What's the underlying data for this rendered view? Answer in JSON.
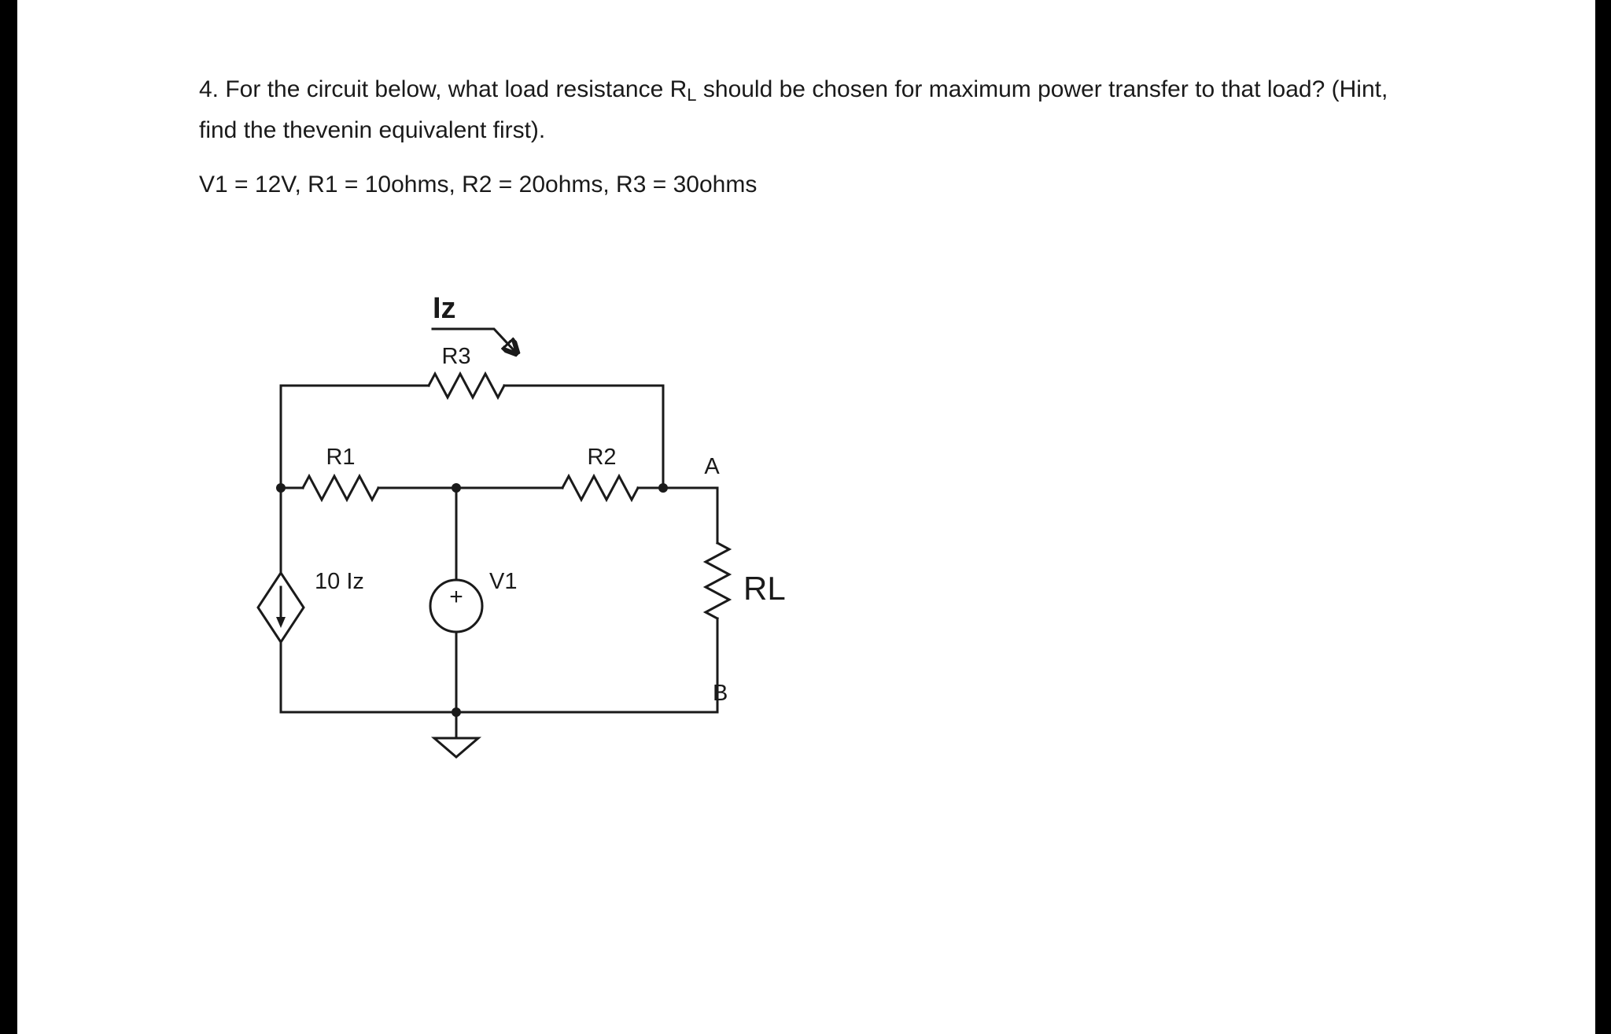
{
  "question": {
    "part1": "4. For the circuit below, what load resistance R",
    "subscript": "L",
    "part2": " should be chosen for maximum power transfer to that load? (Hint, find the thevenin equivalent first).",
    "parameters": "V1 = 12V, R1 = 10ohms, R2 = 20ohms, R3 = 30ohms"
  },
  "circuit": {
    "labels": {
      "current_iz": "Iz",
      "resistor_r3": "R3",
      "resistor_r1": "R1",
      "resistor_r2": "R2",
      "dependent_source": "10 Iz",
      "source_v1": "V1",
      "plus_sign": "+",
      "node_a": "A",
      "node_b": "B",
      "load_rl": "RL"
    }
  },
  "colors": {
    "ink": "#1a1a1a",
    "border_bars": "#000000",
    "background": "#ffffff"
  }
}
